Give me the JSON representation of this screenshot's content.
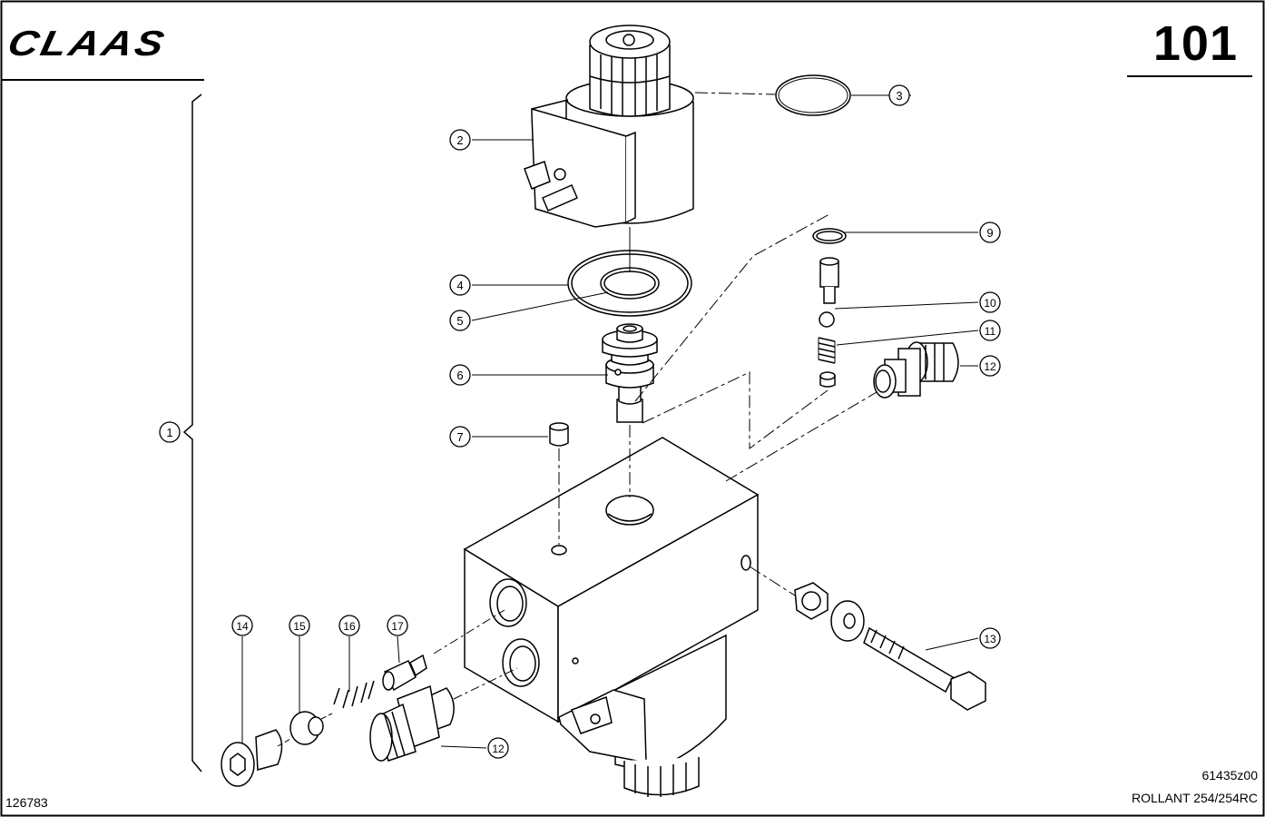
{
  "header": {
    "brand": "CLAAS",
    "page_number": "101"
  },
  "footer": {
    "doc_number": "126783",
    "drawing_code": "61435z00",
    "model": "ROLLANT 254/254RC"
  },
  "callouts": [
    {
      "id": "c1",
      "label": "1"
    },
    {
      "id": "c2",
      "label": "2"
    },
    {
      "id": "c3",
      "label": "3"
    },
    {
      "id": "c4",
      "label": "4"
    },
    {
      "id": "c5",
      "label": "5"
    },
    {
      "id": "c6",
      "label": "6"
    },
    {
      "id": "c7",
      "label": "7"
    },
    {
      "id": "c9",
      "label": "9"
    },
    {
      "id": "c10",
      "label": "10"
    },
    {
      "id": "c11",
      "label": "11"
    },
    {
      "id": "c12a",
      "label": "12"
    },
    {
      "id": "c12b",
      "label": "12"
    },
    {
      "id": "c13",
      "label": "13"
    },
    {
      "id": "c14",
      "label": "14"
    },
    {
      "id": "c15",
      "label": "15"
    },
    {
      "id": "c16",
      "label": "16"
    },
    {
      "id": "c17",
      "label": "17"
    }
  ]
}
